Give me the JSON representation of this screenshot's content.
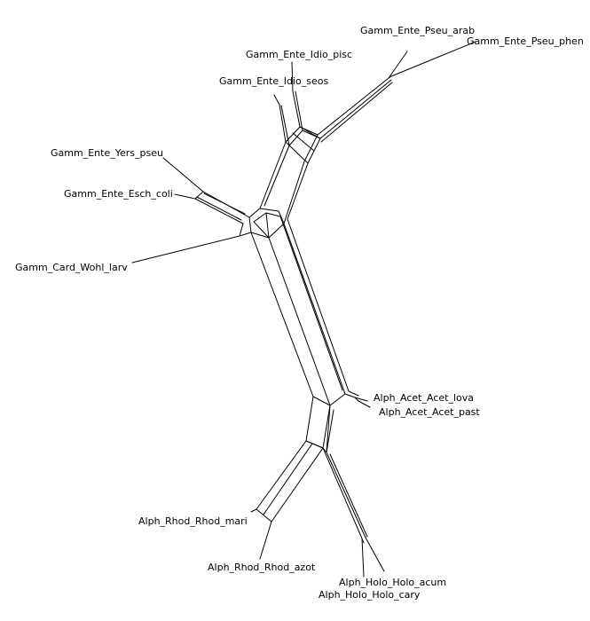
{
  "taxa": {
    "pseu_arab": "Gamm_Ente_Pseu_arab",
    "pseu_phen": "Gamm_Ente_Pseu_phen",
    "idio_pisc": "Gamm_Ente_Idio_pisc",
    "idio_seos": "Gamm_Ente_Idio_seos",
    "yers_pseu": "Gamm_Ente_Yers_pseu",
    "esch_coli": "Gamm_Ente_Esch_coli",
    "wohl_larv": "Gamm_Card_Wohl_larv",
    "acet_lova": "Alph_Acet_Acet_lova",
    "acet_past": "Alph_Acet_Acet_past",
    "rhod_mari": "Alph_Rhod_Rhod_mari",
    "rhod_azot": "Alph_Rhod_Rhod_azot",
    "holo_acum": "Alph_Holo_Holo_acum",
    "holo_cary": "Alph_Holo_Holo_cary"
  },
  "colors": {
    "line": "#000000",
    "background": "#ffffff"
  }
}
